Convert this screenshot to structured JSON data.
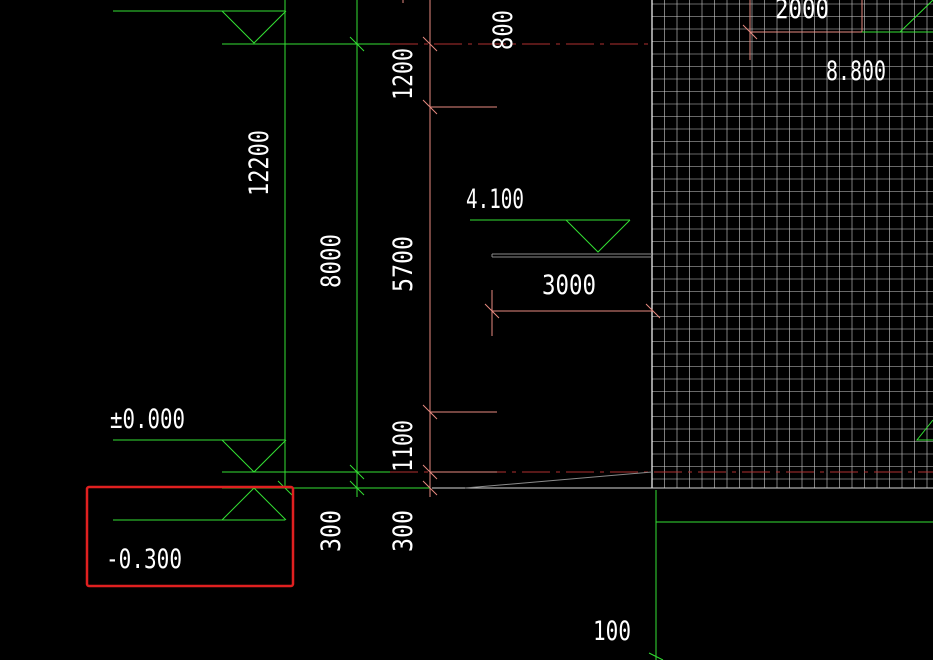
{
  "drawing": {
    "elevations": {
      "e_8800": "8.800",
      "e_4100": "4.100",
      "e_0000": "±0.000",
      "e_m0300": "-0.300"
    },
    "dimensions": {
      "d_12200": "12200",
      "d_8000": "8000",
      "d_800": "800",
      "d_1200": "1200",
      "d_5700": "5700",
      "d_1100": "1100",
      "d_300_a": "300",
      "d_300_b": "300",
      "d_3000": "3000",
      "d_2000": "2000",
      "d_100": "100"
    },
    "highlight_color": "#e02020",
    "colors": {
      "green": "#33e033",
      "salmon": "#e88a80",
      "dark_red": "#b03030",
      "white": "#ffffff"
    }
  }
}
